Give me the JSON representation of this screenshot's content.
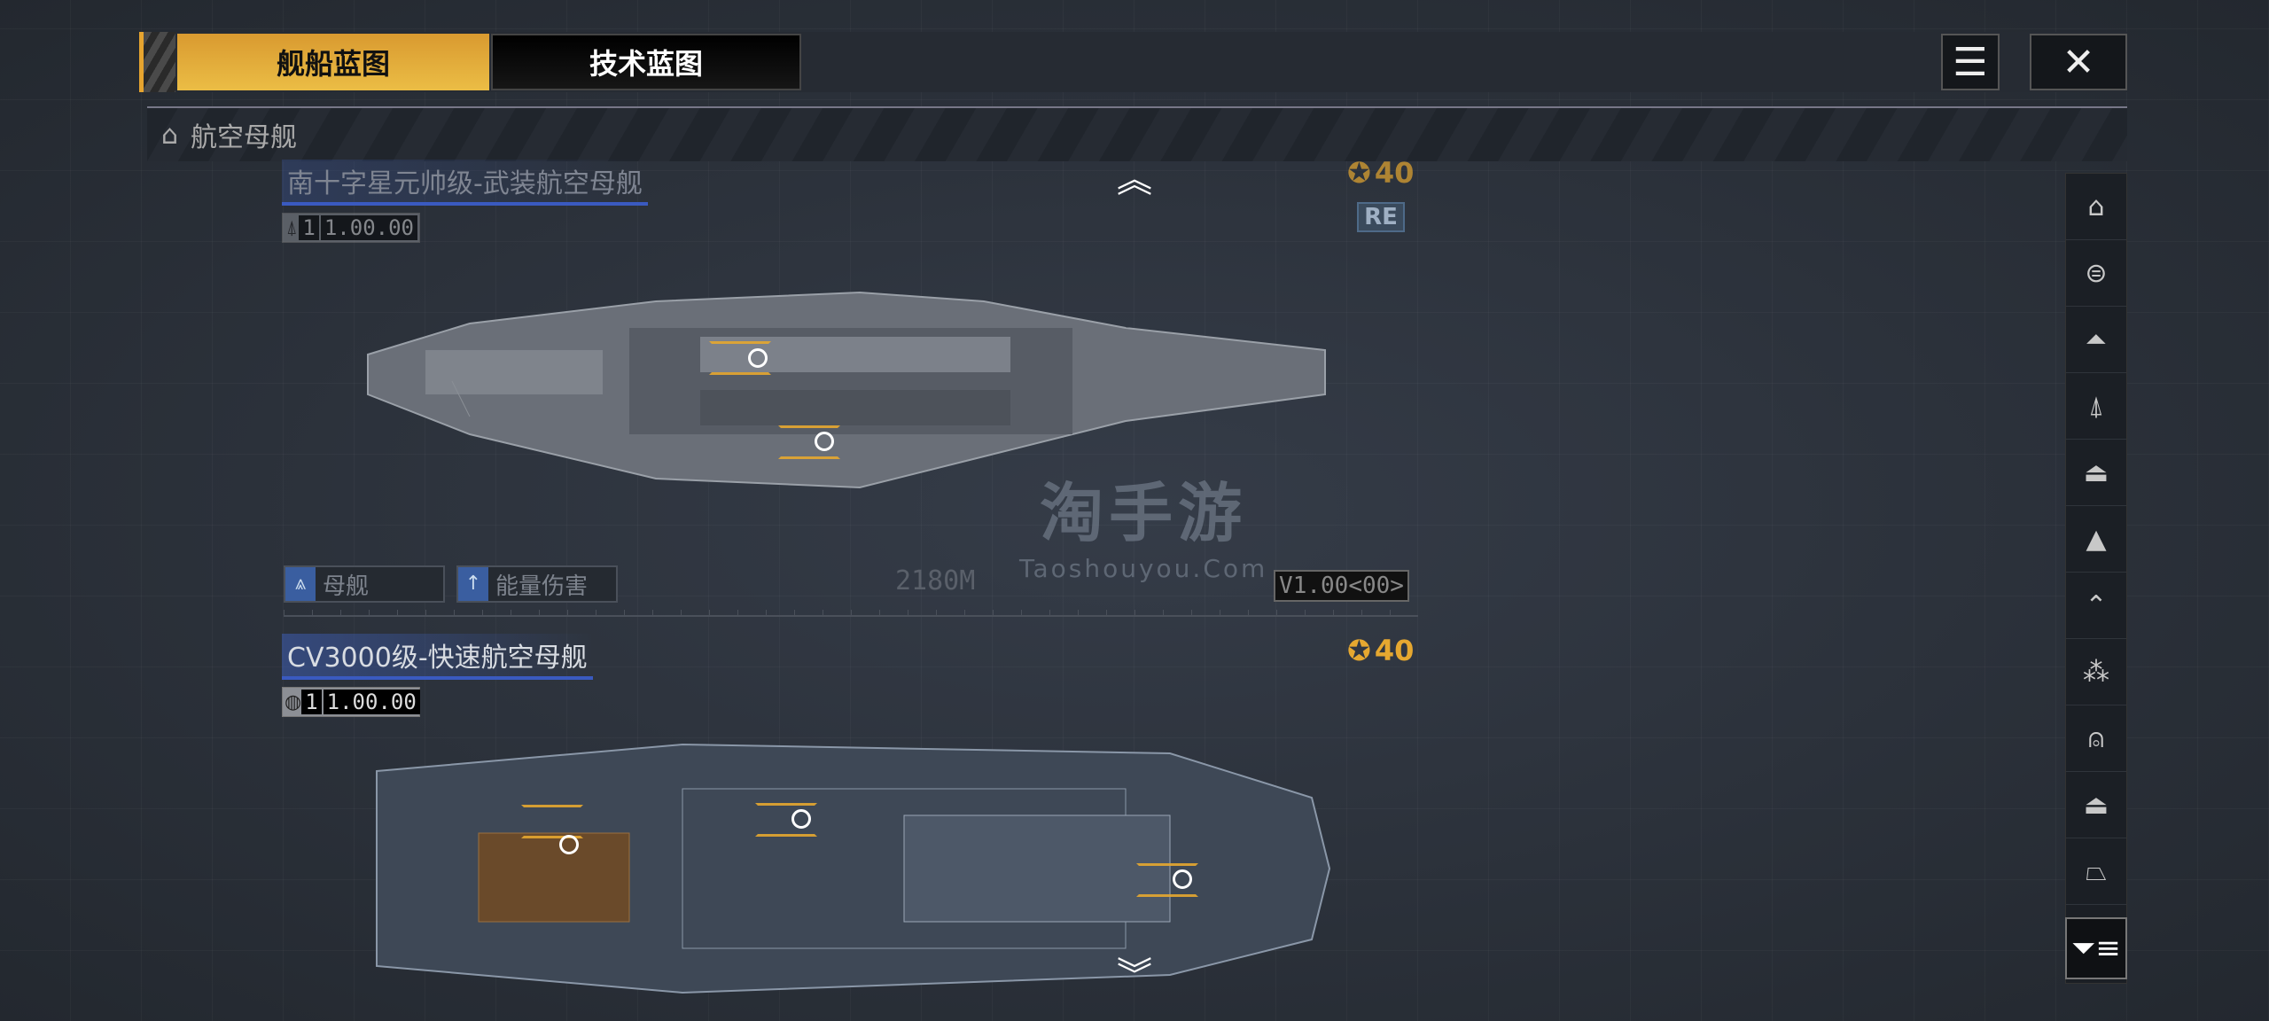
{
  "tabs": [
    {
      "label": "舰船蓝图",
      "active": true
    },
    {
      "label": "技术蓝图",
      "active": false
    }
  ],
  "header_buttons": {
    "doc_icon": "document-list-icon",
    "close_icon": "close-icon"
  },
  "category": {
    "label": "航空母舰",
    "icon": "carrier-icon"
  },
  "ships": [
    {
      "title": "南十字星元帅级-武装航空母舰",
      "level_prefix": "1",
      "level": "1.00.00",
      "cost": "40",
      "badge": "RE",
      "tags": [
        "母舰",
        "能量伤害"
      ],
      "length": "2180M",
      "version": "V1.00<00>"
    },
    {
      "title": "CV3000级-快速航空母舰",
      "level_prefix": "1",
      "level": "1.00.00",
      "cost": "40"
    }
  ],
  "sidebar_icons": [
    "carrier-icon",
    "battlecruiser-icon",
    "cruiser-icon",
    "destroyer-icon",
    "frigate-icon",
    "corvette-icon",
    "fighter-icon",
    "squadron-icon",
    "auxiliary-icon",
    "support-icon",
    "special-icon"
  ],
  "watermark": {
    "cn": "淘手游",
    "en": "Taoshouyou.Com"
  },
  "colors": {
    "accent": "#e6a830",
    "title_highlight": "#3a5ac0"
  }
}
